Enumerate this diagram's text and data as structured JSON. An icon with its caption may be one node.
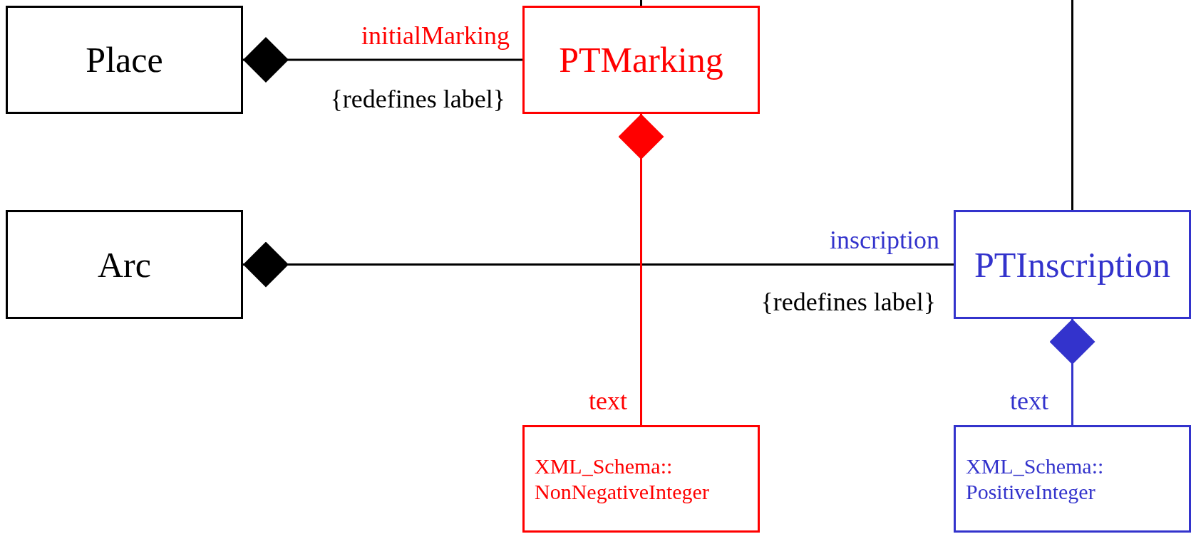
{
  "diagram": {
    "nodes": [
      {
        "text": [
          "Place"
        ]
      },
      {
        "text": [
          "PTMarking"
        ]
      },
      {
        "text": [
          "Arc"
        ]
      },
      {
        "text": [
          "PTInscription"
        ]
      },
      {
        "text": [
          "XML_Schema:: NonNegativeInteger"
        ]
      },
      {
        "text": [
          "XML_Schema:: PositiveInteger"
        ]
      }
    ],
    "edges": [
      {
        "from": 0,
        "to": 1,
        "arrow": "other",
        "label": "initialMarking"
      },
      {
        "from": 2,
        "to": 3,
        "arrow": "other",
        "label": "inscription"
      },
      {
        "from": 1,
        "to": 4,
        "arrow": "other",
        "label": "text",
        "color": "#ff0000"
      },
      {
        "from": 3,
        "to": 5,
        "arrow": "other",
        "label": "text",
        "color": "#3333cc"
      },
      {
        "from": null,
        "to": 1,
        "arrow": "none"
      },
      {
        "from": null,
        "to": 3,
        "arrow": "none"
      }
    ],
    "labels": [
      "{redefines label}",
      "{redefines label}"
    ]
  }
}
